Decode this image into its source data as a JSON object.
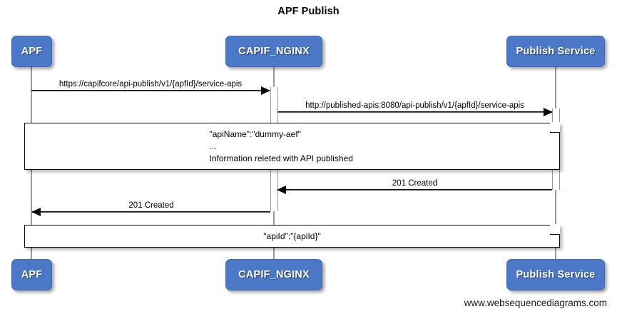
{
  "diagram": {
    "title": "APF Publish",
    "watermark": "www.websequencediagrams.com",
    "accent_color": "#4b79c8",
    "line_color": "#9a9a9a",
    "arrow_color": "#0a0a0a",
    "background": "#ffffff"
  },
  "participants": [
    {
      "id": "apf",
      "label": "APF"
    },
    {
      "id": "capif_nginx",
      "label": "CAPIF_NGINX"
    },
    {
      "id": "publish_service",
      "label": "Publish Service"
    }
  ],
  "messages": [
    {
      "id": "msg-1",
      "label": "https://capifcore/api-publish/v1/{apfId}/service-apis",
      "from": "apf",
      "to": "capif_nginx",
      "direction": "right"
    },
    {
      "id": "msg-2",
      "label": "http://published-apis:8080/api-publish/v1/{apfId}/service-apis",
      "from": "capif_nginx",
      "to": "publish_service",
      "direction": "right"
    },
    {
      "id": "msg-3",
      "label": "201 Created",
      "from": "publish_service",
      "to": "capif_nginx",
      "direction": "left"
    },
    {
      "id": "msg-4",
      "label": "201 Created",
      "from": "capif_nginx",
      "to": "apf",
      "direction": "left"
    }
  ],
  "notes": [
    {
      "id": "note-request-body",
      "lines": [
        "\"apiName\":\"dummy-aef\"",
        "...",
        "Information releted with API published"
      ]
    },
    {
      "id": "note-response-body",
      "lines": [
        "\"apiId\":\"{apiId}\""
      ]
    }
  ]
}
